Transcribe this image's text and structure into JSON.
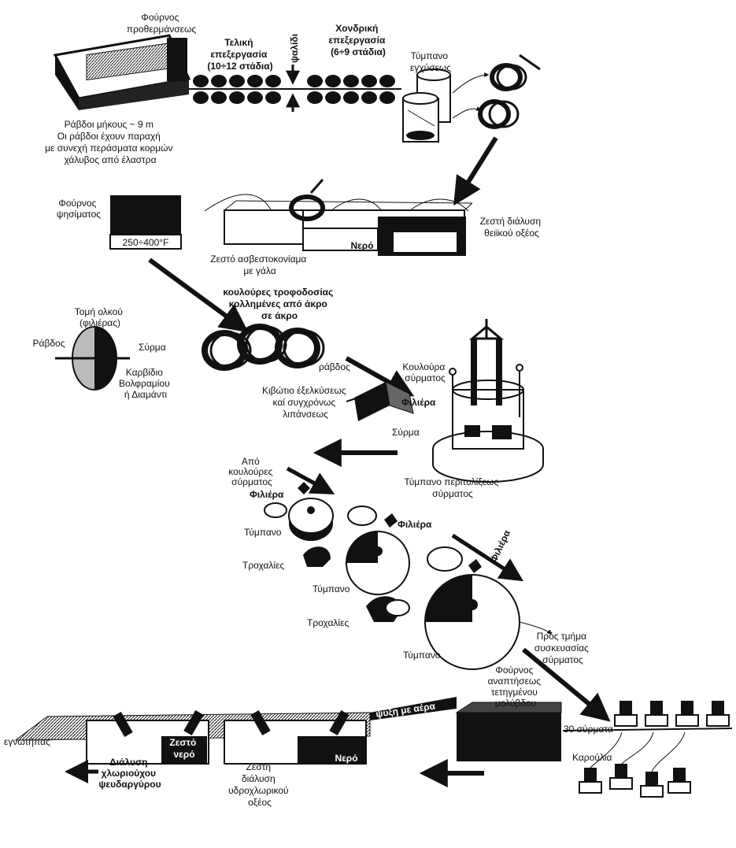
{
  "colors": {
    "ink": "#111111",
    "paper": "#ffffff",
    "shade": "#555555"
  },
  "row1": {
    "furnace": [
      "Φούρνος",
      "προθερμάνσεως"
    ],
    "finishing": [
      "Τελική",
      "επεξεργασία",
      "(10÷12 στάδια)"
    ],
    "shears": "ψαλίδι",
    "roughing": [
      "Χονδρική",
      "επεξεργασία",
      "(6÷9 στάδια)"
    ],
    "coiler": [
      "Τύμπανο",
      "εγχύσεως"
    ],
    "rods_note": [
      "Ράβδοι μήκους ~ 9 m",
      "Οι ράβδοι έχουν παραχή",
      "με συνεχή περάσματα κορμών",
      "χάλυβος από έλαστρα"
    ]
  },
  "row2": {
    "annealing": [
      "Φούρνος",
      "ψησίματος"
    ],
    "temperature": "250÷400°F",
    "lime": [
      "Ζεστό ασβεστοκονίαμα",
      "με γάλα"
    ],
    "water": "Νερό",
    "acid": [
      "Ζεστή διάλυση",
      "θειϊκού οξέος"
    ]
  },
  "row3": {
    "die_section": [
      "Τομή ολκού",
      "(φιλιέρας)"
    ],
    "rod": "Ράβδος",
    "wire": "Σύρμα",
    "die_material": [
      "Καρβίδιο",
      "Βολφραμίου",
      "ή Διαμάντι"
    ],
    "feed_coils": [
      "κουλούρες τροφοδοσίας",
      "κολλημένες από άκρο",
      "σε άκρο"
    ],
    "rod2": "ράβδος",
    "draw_box": [
      "Κιβώτιο έξελκύσεως",
      "καί συγχρόνως",
      "λιπάνσεως"
    ],
    "wire_coil": [
      "Κουλούρα",
      "σύρματος"
    ],
    "die": "Φιλιέρα",
    "wire2": "Σύρμα",
    "winding_drum": [
      "Τύμπανο περιτυλίξεως",
      "σύρματος"
    ]
  },
  "row4": {
    "from_coils": [
      "Από",
      "κουλούρες",
      "σύρματος"
    ],
    "die_a": "Φιλιέρα",
    "die_b": "Φιλιέρα",
    "die_c": "Φιλιέρα",
    "drum_a": "Τύμπανο",
    "drum_b": "Τύμπανο",
    "drum_c": "Τύμπανο",
    "pulleys_a": "Τροχαλίες",
    "pulleys_b": "Τροχαλίες",
    "to_packing": [
      "Πρός τμήμα",
      "συσκευασίας",
      "σύρματος"
    ]
  },
  "row5": {
    "tinning": "εγνωτήπας",
    "zinc_chloride": [
      "Διάλυση",
      "χλωριούχου",
      "ψευδαργύρου"
    ],
    "hot_water": [
      "Ζεστό",
      "νερό"
    ],
    "hcl": [
      "Ζεστή",
      "διάλυση",
      "υδροχλωρικού",
      "οξέος"
    ],
    "water2": "Νερό",
    "air_cooling": "ψύξη με αέρα",
    "lead_furnace": [
      "Φούρνος",
      "αναπτήσεως",
      "τετηγμένου",
      "μολύβδου"
    ],
    "wires_30": "30 σύρματα",
    "spools": "Καρούλια"
  }
}
